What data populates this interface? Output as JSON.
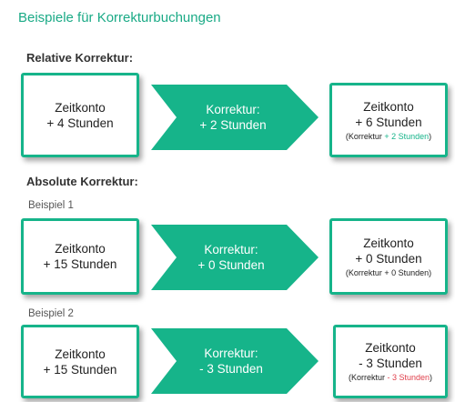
{
  "title": "Beispiele für Korrekturbuchungen",
  "colors": {
    "accent": "#16b48a",
    "negative": "#e0404c"
  },
  "relative": {
    "heading": "Relative Korrektur:",
    "start": {
      "line1": "Zeitkonto",
      "line2": "+ 4 Stunden"
    },
    "arrow": {
      "line1": "Korrektur:",
      "line2": "+ 2 Stunden"
    },
    "result": {
      "line1": "Zeitkonto",
      "line2": "+ 6 Stunden",
      "note_prefix": "(Korrektur ",
      "note_value": "+ 2 Stunden",
      "note_suffix": ")"
    }
  },
  "absolute": {
    "heading": "Absolute Korrektur:",
    "example1": {
      "label": "Beispiel 1",
      "start": {
        "line1": "Zeitkonto",
        "line2": "+ 15 Stunden"
      },
      "arrow": {
        "line1": "Korrektur:",
        "line2": "+ 0 Stunden"
      },
      "result": {
        "line1": "Zeitkonto",
        "line2": "+ 0 Stunden",
        "note_prefix": "(Korrektur ",
        "note_value": "+ 0 Stunden",
        "note_suffix": ")"
      }
    },
    "example2": {
      "label": "Beispiel 2",
      "start": {
        "line1": "Zeitkonto",
        "line2": "+ 15 Stunden"
      },
      "arrow": {
        "line1": "Korrektur:",
        "line2": "- 3 Stunden"
      },
      "result": {
        "line1": "Zeitkonto",
        "line2": "- 3 Stunden",
        "note_prefix": "(Korrektur ",
        "note_value": "- 3 Stunden",
        "note_suffix": ")"
      }
    }
  }
}
